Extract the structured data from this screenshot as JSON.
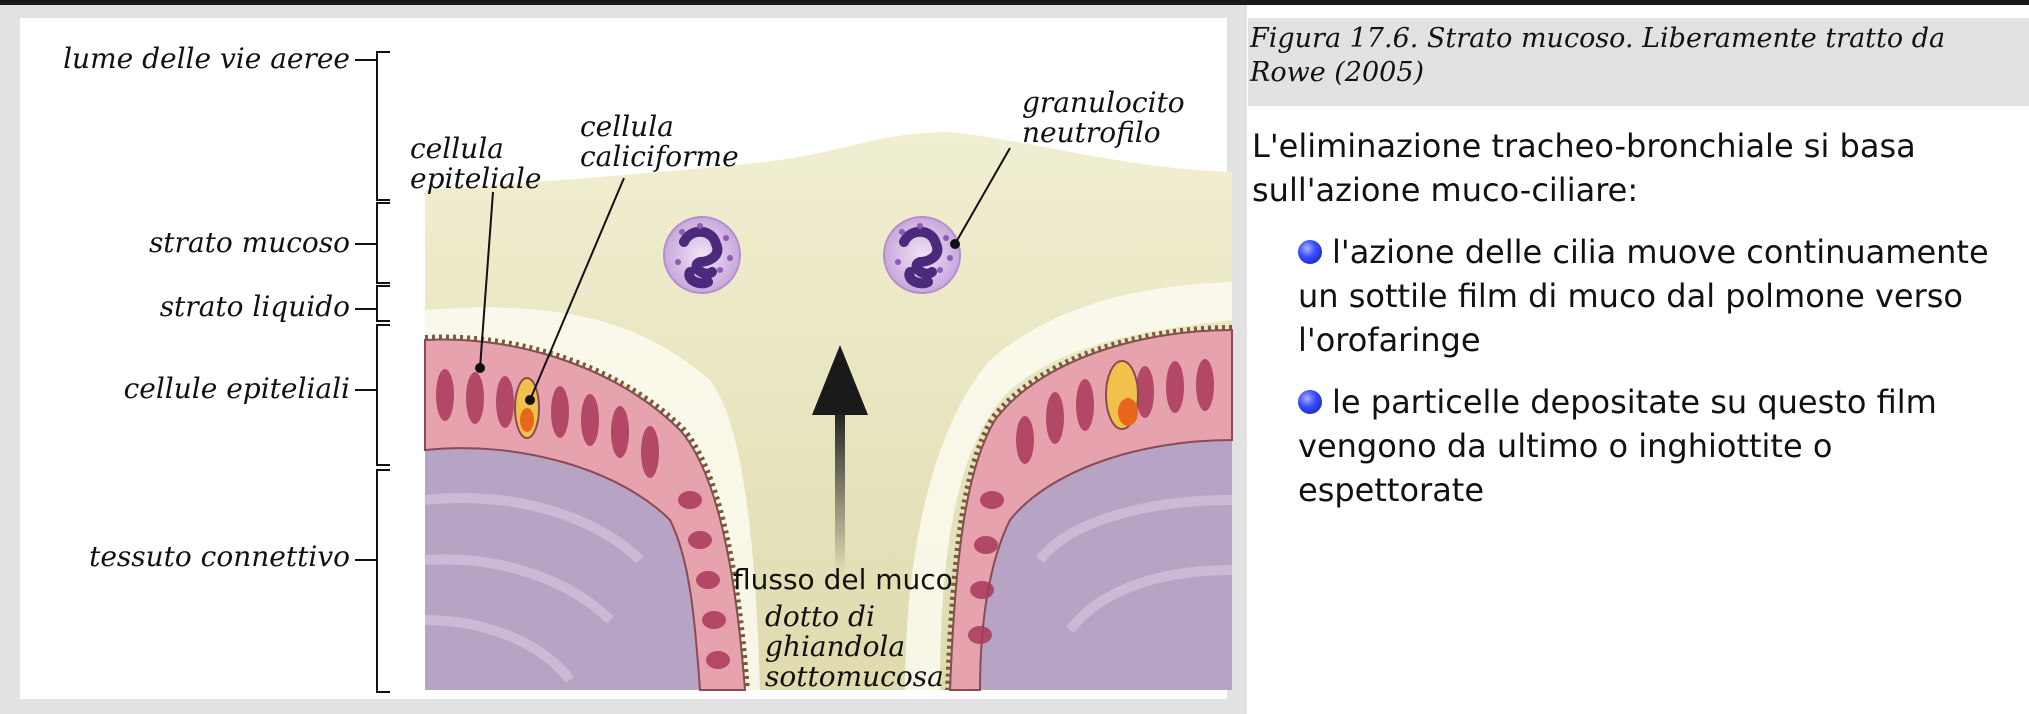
{
  "figure": {
    "caption": "Figura 17.6. Strato mucoso. Liberamente tratto da Rowe (2005)",
    "layer_labels": {
      "lume": "lume delle vie aeree",
      "mucoso": "strato mucoso",
      "liquido": "strato liquido",
      "epiteliali": "cellule epiteliali",
      "connettivo": "tessuto connettivo"
    },
    "cell_labels": {
      "epiteliale_1": "cellula",
      "epiteliale_2": "epiteliale",
      "caliciforme_1": "cellula",
      "caliciforme_2": "caliciforme",
      "granulocito_1": "granulocito",
      "granulocito_2": "neutrofilo"
    },
    "flow_label": "flusso del muco",
    "duct_labels": {
      "line1": "dotto di",
      "line2": "ghiandola",
      "line3": "sottomucosa"
    }
  },
  "text": {
    "intro": "L'eliminazione tracheo-bronchiale si basa sull'azione muco-ciliare:",
    "bullets": [
      "l'azione delle cilia muove continuamente un sottile film di muco dal polmone verso l'orofaringe",
      "le particelle depositate su questo film vengono da ultimo o inghiottite o espettorate"
    ]
  },
  "colors": {
    "frame": "#e2e2e2",
    "mucus": "#e9e6bf",
    "liquid": "#fbfaf0",
    "epithelium": "#e7a3ad",
    "connective": "#b7a3c3",
    "bullet": "#3a4cff"
  }
}
